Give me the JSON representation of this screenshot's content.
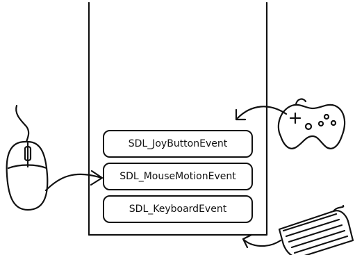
{
  "diagram": {
    "title": "",
    "queue": {
      "events": [
        {
          "label": "SDL_JoyButtonEvent"
        },
        {
          "label": "SDL_MouseMotionEvent"
        },
        {
          "label": "SDL_KeyboardEvent"
        }
      ]
    },
    "devices": [
      {
        "icon": "gamepad-icon",
        "target_event": "SDL_JoyButtonEvent"
      },
      {
        "icon": "mouse-icon",
        "target_event": "SDL_MouseMotionEvent"
      },
      {
        "icon": "keyboard-icon",
        "target_event": "SDL_KeyboardEvent"
      }
    ],
    "colors": {
      "ink": "#111111",
      "background": "#ffffff"
    }
  }
}
